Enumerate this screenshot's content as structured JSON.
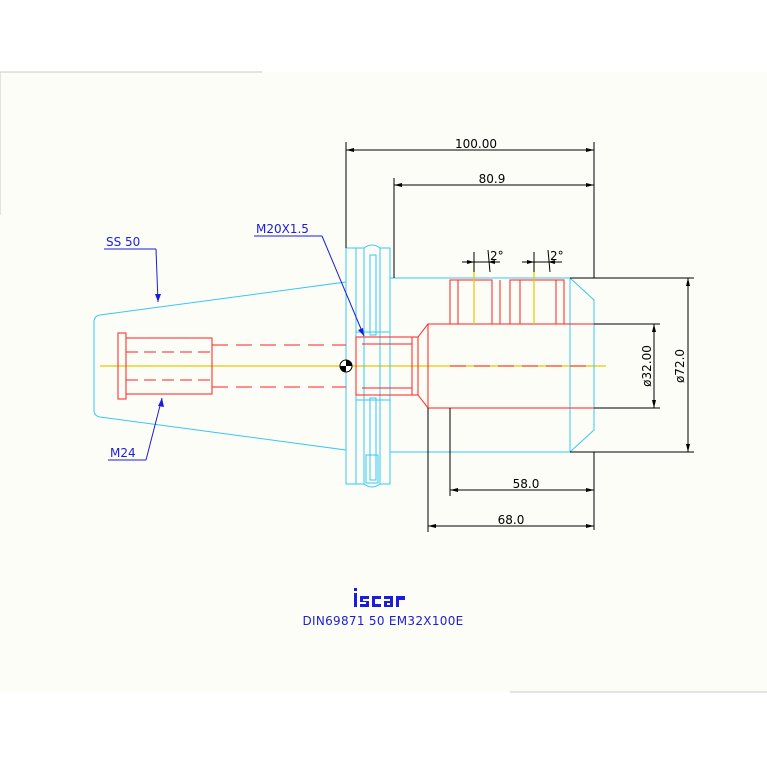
{
  "drawing": {
    "labels": {
      "taper": "SS 50",
      "thread_front": "M20X1.5",
      "thread_rear": "M24"
    },
    "dimensions": {
      "overall_length": "100.00",
      "body_length": "80.9",
      "bore_depth": "58.0",
      "clamp_length": "68.0",
      "bore_diameter": "ø32.00",
      "outer_diameter": "ø72.0",
      "angle_left": "2°",
      "angle_right": "2°"
    },
    "title_block": {
      "logo_text": "iscar",
      "part_number": "DIN69871 50 EM32X100E"
    },
    "colors": {
      "body_outline": "#35c9f0",
      "hidden_features": "#ff2020",
      "dimension_lines": "#000000",
      "annotations": "#1c1cdc",
      "centerline": "#e6c800"
    }
  }
}
